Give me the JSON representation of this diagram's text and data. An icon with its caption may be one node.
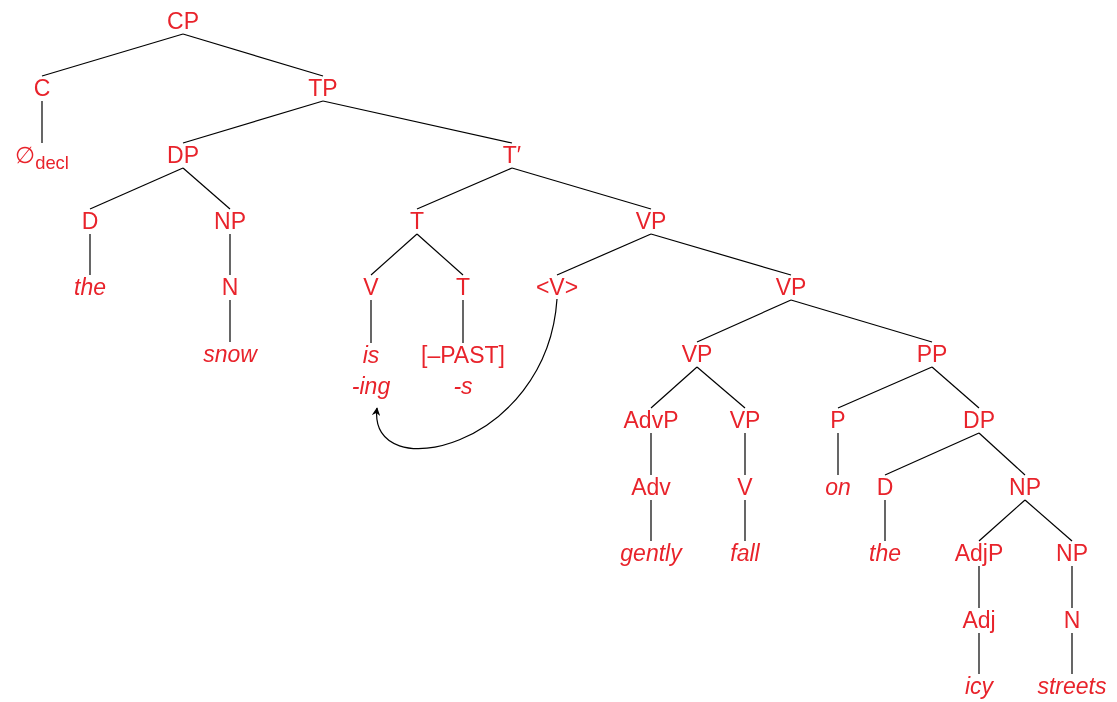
{
  "diagram": {
    "nodes": [
      {
        "text": [
          "CP"
        ]
      },
      {
        "text": [
          "C"
        ]
      },
      {
        "text": [
          "TP"
        ]
      },
      {
        "text": [
          "∅$_{decl}$"
        ]
      },
      {
        "text": [
          "DP"
        ]
      },
      {
        "text": [
          "T′"
        ]
      },
      {
        "text": [
          "D"
        ]
      },
      {
        "text": [
          "NP"
        ]
      },
      {
        "text": [
          "*the*"
        ]
      },
      {
        "text": [
          "N"
        ]
      },
      {
        "text": [
          "*snow*"
        ]
      },
      {
        "text": [
          "T"
        ]
      },
      {
        "text": [
          "VP"
        ]
      },
      {
        "text": [
          "V"
        ]
      },
      {
        "text": [
          "T"
        ]
      },
      {
        "text": [
          "*is*",
          "*-ing*"
        ]
      },
      {
        "text": [
          "[–PAST]",
          "*-s*"
        ]
      },
      {
        "text": [
          "<V>"
        ]
      },
      {
        "text": [
          "VP"
        ]
      },
      {
        "text": [
          "VP"
        ]
      },
      {
        "text": [
          "PP"
        ]
      },
      {
        "text": [
          "AdvP"
        ]
      },
      {
        "text": [
          "VP"
        ]
      },
      {
        "text": [
          "P"
        ]
      },
      {
        "text": [
          "DP"
        ]
      },
      {
        "text": [
          "Adv"
        ]
      },
      {
        "text": [
          "V"
        ]
      },
      {
        "text": [
          "*on*"
        ]
      },
      {
        "text": [
          "D"
        ]
      },
      {
        "text": [
          "NP"
        ]
      },
      {
        "text": [
          "*gently*"
        ]
      },
      {
        "text": [
          "*fall*"
        ]
      },
      {
        "text": [
          "*the*"
        ]
      },
      {
        "text": [
          "AdjP"
        ]
      },
      {
        "text": [
          "NP"
        ]
      },
      {
        "text": [
          "Adj"
        ]
      },
      {
        "text": [
          "N"
        ]
      },
      {
        "text": [
          "*icy*"
        ]
      },
      {
        "text": [
          "*streets*"
        ]
      }
    ],
    "edges": [
      {
        "from": 0,
        "to": 1,
        "arrow": "none"
      },
      {
        "from": 0,
        "to": 2,
        "arrow": "none"
      },
      {
        "from": 1,
        "to": 3,
        "arrow": "none"
      },
      {
        "from": 2,
        "to": 4,
        "arrow": "none"
      },
      {
        "from": 2,
        "to": 5,
        "arrow": "none"
      },
      {
        "from": 4,
        "to": 6,
        "arrow": "none"
      },
      {
        "from": 4,
        "to": 7,
        "arrow": "none"
      },
      {
        "from": 6,
        "to": 8,
        "arrow": "none"
      },
      {
        "from": 7,
        "to": 9,
        "arrow": "none"
      },
      {
        "from": 9,
        "to": 10,
        "arrow": "none"
      },
      {
        "from": 5,
        "to": 11,
        "arrow": "none"
      },
      {
        "from": 5,
        "to": 12,
        "arrow": "none"
      },
      {
        "from": 11,
        "to": 13,
        "arrow": "none"
      },
      {
        "from": 11,
        "to": 14,
        "arrow": "none"
      },
      {
        "from": 13,
        "to": 15,
        "arrow": "none"
      },
      {
        "from": 14,
        "to": 16,
        "arrow": "none"
      },
      {
        "from": 12,
        "to": 17,
        "arrow": "none"
      },
      {
        "from": 12,
        "to": 18,
        "arrow": "none"
      },
      {
        "from": 17,
        "to": 15,
        "arrow": "to"
      },
      {
        "from": 18,
        "to": 19,
        "arrow": "none"
      },
      {
        "from": 18,
        "to": 20,
        "arrow": "none"
      },
      {
        "from": 19,
        "to": 21,
        "arrow": "none"
      },
      {
        "from": 19,
        "to": 22,
        "arrow": "none"
      },
      {
        "from": 20,
        "to": 23,
        "arrow": "none"
      },
      {
        "from": 20,
        "to": 24,
        "arrow": "none"
      },
      {
        "from": 21,
        "to": 25,
        "arrow": "none"
      },
      {
        "from": 22,
        "to": 26,
        "arrow": "none"
      },
      {
        "from": 23,
        "to": 27,
        "arrow": "none"
      },
      {
        "from": 24,
        "to": 28,
        "arrow": "none"
      },
      {
        "from": 24,
        "to": 29,
        "arrow": "none"
      },
      {
        "from": 25,
        "to": 30,
        "arrow": "none"
      },
      {
        "from": 26,
        "to": 31,
        "arrow": "none"
      },
      {
        "from": 28,
        "to": 32,
        "arrow": "none"
      },
      {
        "from": 29,
        "to": 33,
        "arrow": "none"
      },
      {
        "from": 29,
        "to": 34,
        "arrow": "none"
      },
      {
        "from": 33,
        "to": 35,
        "arrow": "none"
      },
      {
        "from": 34,
        "to": 36,
        "arrow": "none"
      },
      {
        "from": 35,
        "to": 37,
        "arrow": "none"
      },
      {
        "from": 36,
        "to": 38,
        "arrow": "none"
      }
    ]
  }
}
